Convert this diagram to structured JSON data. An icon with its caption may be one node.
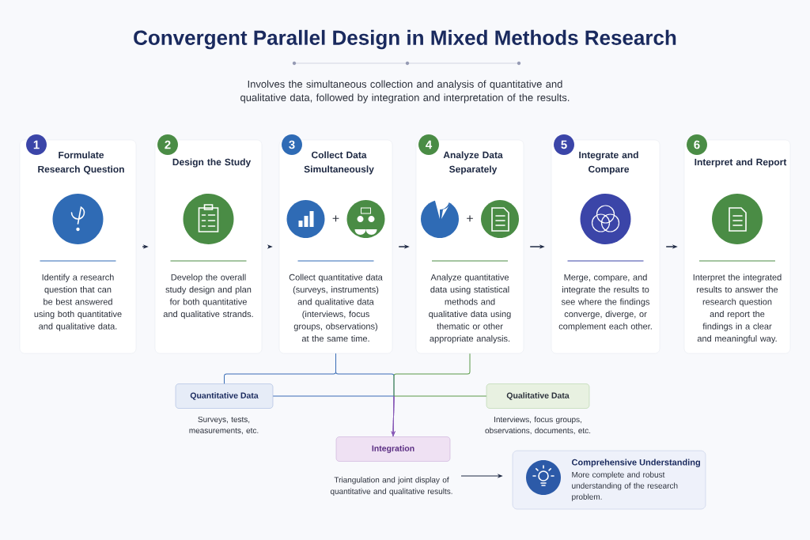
{
  "diagram": {
    "title": "Convergent Parallel Design in Mixed Methods Research",
    "nodes": [
      {
        "text": [
          "1",
          "Formulate Research Question",
          "Identify a research question that can be best answered using both quantitative and qualitative data."
        ]
      },
      {
        "text": [
          "2",
          "Design the Study",
          "Develop the overall study design and plan for both quantitative and qualitative strands."
        ]
      },
      {
        "text": [
          "3",
          "Collect Data Simultaneously",
          "Collect quantitative data (surveys, instruments) and qualitative data (interviews, focus groups, observations) at the same time."
        ]
      },
      {
        "text": [
          "4",
          "Analyze Data Separately",
          "Analyze quantitative data using statistical methods and qualitative data using thematic or other appropriate analysis."
        ]
      },
      {
        "text": [
          "5",
          "Integrate and Compare",
          "Merge, compare, and integrate the results to see where the findings converge, diverge, or complement each other."
        ]
      },
      {
        "text": [
          "6",
          "Interpret and Report",
          "Interpret the integrated results to answer the research question and report the findings in a clear and meaningful way."
        ]
      },
      {
        "text": [
          "Quantitative Data"
        ],
        "beside": [
          "Surveys, tests, measurements, etc."
        ]
      },
      {
        "text": [
          "Qualitative Data"
        ],
        "beside": [
          "Interviews, focus groups, observations, documents, etc."
        ]
      },
      {
        "text": [
          "Integration"
        ],
        "beside": [
          "Triangulation and joint display of quantitative and qualitative results."
        ]
      },
      {
        "text": [
          "Comprehensive Understanding",
          "More complete and robust understanding of the research problem."
        ]
      }
    ],
    "edges": [
      {
        "from": 0,
        "to": 1,
        "arrow": "to"
      },
      {
        "from": 1,
        "to": 2,
        "arrow": "to"
      },
      {
        "from": 2,
        "to": 3,
        "arrow": "to"
      },
      {
        "from": 3,
        "to": 4,
        "arrow": "to"
      },
      {
        "from": 4,
        "to": 5,
        "arrow": "to"
      },
      {
        "from": 2,
        "to": 6,
        "arrow": "none",
        "color": "#3a6db5"
      },
      {
        "from": 2,
        "to": 8,
        "arrow": "to",
        "color": "#3a6db5"
      },
      {
        "from": 3,
        "to": 8,
        "arrow": "to",
        "color": "#5a9a48"
      },
      {
        "from": 6,
        "to": 8,
        "arrow": "to",
        "color": "#3a6db5"
      },
      {
        "from": 7,
        "to": 8,
        "arrow": "to",
        "color": "#5a9a48"
      },
      {
        "from": 8,
        "to": 9,
        "arrow": "to"
      }
    ],
    "labels": [
      "Involves the simultaneous collection and analysis of quantitative and qualitative data, followed by integration and interpretation of the results.",
      "+",
      "+"
    ]
  }
}
